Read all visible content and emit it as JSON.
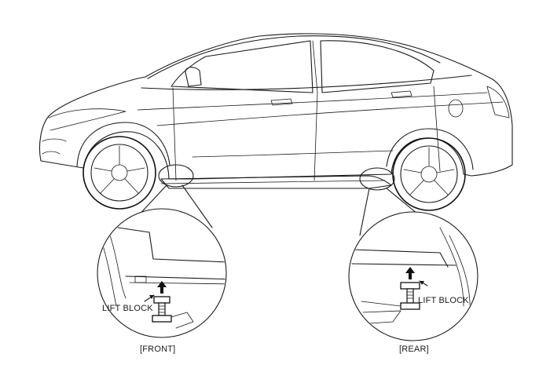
{
  "labels": {
    "front_lift_block": "LIFT BLOCK",
    "rear_lift_block": "LIFT BLOCK",
    "front_caption": "[FRONT]",
    "rear_caption": "[REAR]"
  },
  "colors": {
    "line": "#1a1a1a",
    "background": "#ffffff"
  }
}
